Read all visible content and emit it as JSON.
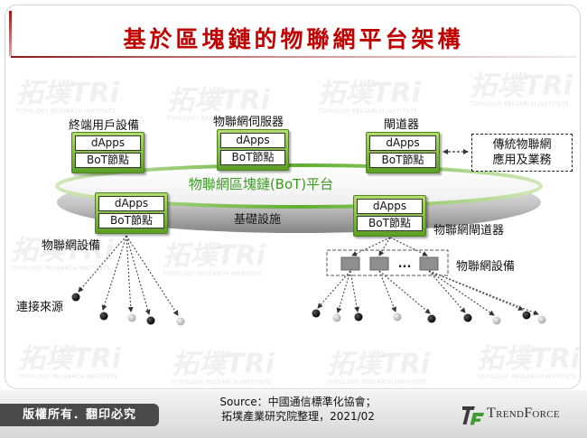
{
  "slide": {
    "title": "基於區塊鏈的物聯網平台架構",
    "colors": {
      "title": "#c00000",
      "platform_text": "#3b9a23",
      "node_green": "#6cb33f",
      "endpoint_dark": "#000000",
      "endpoint_light": "#bfbfbf",
      "copyright_tab": "#4a4a4a"
    }
  },
  "diagram": {
    "platform": {
      "label": "物聯網區塊鏈(BoT)平台",
      "base_label": "基礎設施"
    },
    "nodes": [
      {
        "label": "終端用戶設備",
        "app": "dApps",
        "node": "BoT節點"
      },
      {
        "label": "物聯網伺服器",
        "app": "dApps",
        "node": "BoT節點"
      },
      {
        "label": "閘道器",
        "app": "dApps",
        "node": "BoT節點"
      },
      {
        "label": "物聯網設備",
        "app": "dApps",
        "node": "BoT節點"
      },
      {
        "label": "物聯網閘道器",
        "app": "dApps",
        "node": "BoT節點"
      }
    ],
    "legacy": {
      "line1": "傳統物聯網",
      "line2": "應用及業務"
    },
    "devices_label": "物聯網設備",
    "device_ellipsis": "...",
    "source_label": "連接來源"
  },
  "footer": {
    "copyright": "版權所有．翻印必究",
    "source_line1": "Source：中國通信標準化協會；",
    "source_line2": "拓墣產業研究院整理，2021/02",
    "brand": "TrendForce",
    "brand_icon": "trendforce-logo-icon"
  },
  "watermark": {
    "brand": "拓墣TRi",
    "sub": "TOPOLOGY RESEARCH INSTITUTE"
  }
}
